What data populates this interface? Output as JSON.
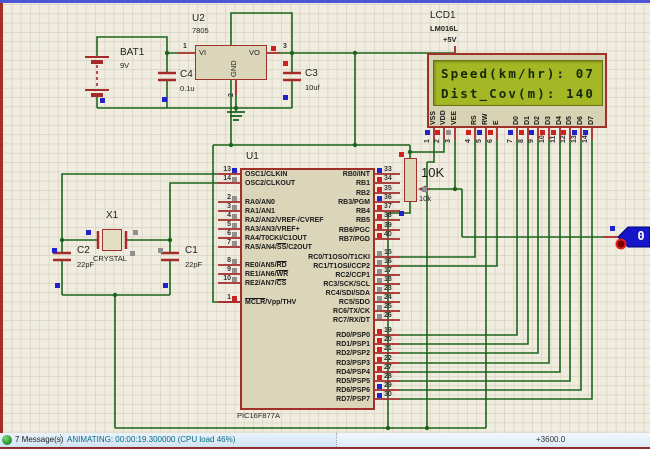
{
  "statusbar": {
    "icon": "green-status-dot",
    "messages": "7 Message(s)",
    "animating": "ANIMATING: 00:00:19.300000 (CPU load 46%)",
    "coordinate": "+3600.0"
  },
  "colors": {
    "wire_green": "#1B651B",
    "pin_red": "#A52A2A",
    "component_border": "#A03028",
    "component_fill": "#DBD5BA",
    "lcd_screen": "#A4B725",
    "state_blue": "#2222CC",
    "state_red": "#CC2222",
    "state_gray": "#8F8F8F"
  },
  "components": {
    "battery": {
      "ref": "BAT1",
      "value": "9V"
    },
    "regulator": {
      "ref": "U2",
      "value": "7805",
      "pin_in": "VI",
      "pin_out": "VO",
      "pin_gnd": "GND",
      "num_in": "1",
      "num_out": "3",
      "num_gnd": "2"
    },
    "c4": {
      "ref": "C4",
      "value": "0.1u"
    },
    "c3": {
      "ref": "C3",
      "value": "10uf"
    },
    "c2": {
      "ref": "C2",
      "value": "22pF"
    },
    "c1": {
      "ref": "C1",
      "value": "22pF"
    },
    "crystal": {
      "ref": "X1",
      "value": "CRYSTAL"
    },
    "pot": {
      "label": "10K",
      "value": "10k"
    },
    "power_label": "+5V",
    "probe": {
      "value": "0"
    },
    "lcd": {
      "ref": "LCD1",
      "part": "LM016L",
      "line1": "Speed(km/hr): 07",
      "line2": "Dist_Cov(m): 140",
      "pins": [
        {
          "num": "1",
          "label": "VSS",
          "state": "b"
        },
        {
          "num": "2",
          "label": "VDD",
          "state": "r"
        },
        {
          "num": "3",
          "label": "VEE",
          "state": "g"
        },
        {
          "num": "4",
          "label": "RS",
          "state": "r"
        },
        {
          "num": "5",
          "label": "RW",
          "state": "b"
        },
        {
          "num": "6",
          "label": "E",
          "state": "r"
        },
        {
          "num": "7",
          "label": "D0",
          "state": "b"
        },
        {
          "num": "8",
          "label": "D1",
          "state": "r"
        },
        {
          "num": "9",
          "label": "D2",
          "state": "b"
        },
        {
          "num": "10",
          "label": "D3",
          "state": "r"
        },
        {
          "num": "11",
          "label": "D4",
          "state": "r"
        },
        {
          "num": "12",
          "label": "D5",
          "state": "r"
        },
        {
          "num": "13",
          "label": "D6",
          "state": "b"
        },
        {
          "num": "14",
          "label": "D7",
          "state": "b"
        }
      ]
    },
    "mcu": {
      "ref": "U1",
      "part": "PIC16F877A",
      "left_pins": [
        {
          "num": "13",
          "state": "b",
          "parts": [
            {
              "t": "OSC1/CLKIN",
              "o": false
            }
          ]
        },
        {
          "num": "14",
          "state": "g",
          "parts": [
            {
              "t": "OSC2/CLKOUT",
              "o": false
            }
          ]
        },
        {
          "num": "2",
          "state": "g",
          "parts": [
            {
              "t": "RA0/AN0",
              "o": false
            }
          ]
        },
        {
          "num": "3",
          "state": "g",
          "parts": [
            {
              "t": "RA1/AN1",
              "o": false
            }
          ]
        },
        {
          "num": "4",
          "state": "g",
          "parts": [
            {
              "t": "RA2/AN2/VREF-/CVREF",
              "o": false
            }
          ]
        },
        {
          "num": "5",
          "state": "g",
          "parts": [
            {
              "t": "RA3/AN3/VREF+",
              "o": false
            }
          ]
        },
        {
          "num": "6",
          "state": "g",
          "parts": [
            {
              "t": "RA4/T0CKI/C1OUT",
              "o": false
            }
          ]
        },
        {
          "num": "7",
          "state": "g",
          "parts": [
            {
              "t": "RA5/AN4/",
              "o": false
            },
            {
              "t": "SS",
              "o": true
            },
            {
              "t": "/C2OUT",
              "o": false
            }
          ]
        },
        {
          "num": "8",
          "state": "g",
          "parts": [
            {
              "t": "RE0/AN5/",
              "o": false
            },
            {
              "t": "RD",
              "o": true
            }
          ]
        },
        {
          "num": "9",
          "state": "g",
          "parts": [
            {
              "t": "RE1/AN6/",
              "o": false
            },
            {
              "t": "WR",
              "o": true
            }
          ]
        },
        {
          "num": "10",
          "state": "g",
          "parts": [
            {
              "t": "RE2/AN7/",
              "o": false
            },
            {
              "t": "CS",
              "o": true
            }
          ]
        },
        {
          "num": "1",
          "state": "r",
          "parts": [
            {
              "t": "MCLR",
              "o": true
            },
            {
              "t": "/Vpp/THV",
              "o": false
            }
          ]
        }
      ],
      "right_pins": [
        {
          "num": "33",
          "state": "b",
          "parts": [
            {
              "t": "RB0/INT",
              "o": false
            }
          ]
        },
        {
          "num": "34",
          "state": "r",
          "parts": [
            {
              "t": "RB1",
              "o": false
            }
          ]
        },
        {
          "num": "35",
          "state": "r",
          "parts": [
            {
              "t": "RB2",
              "o": false
            }
          ]
        },
        {
          "num": "36",
          "state": "b",
          "parts": [
            {
              "t": "RB3/PGM",
              "o": false
            }
          ]
        },
        {
          "num": "37",
          "state": "r",
          "parts": [
            {
              "t": "RB4",
              "o": false
            }
          ]
        },
        {
          "num": "38",
          "state": "r",
          "parts": [
            {
              "t": "RB5",
              "o": false
            }
          ]
        },
        {
          "num": "39",
          "state": "r",
          "parts": [
            {
              "t": "RB6/PGC",
              "o": false
            }
          ]
        },
        {
          "num": "40",
          "state": "r",
          "parts": [
            {
              "t": "RB7/PGD",
              "o": false
            }
          ]
        },
        {
          "num": "15",
          "state": "g",
          "parts": [
            {
              "t": "RC0/T1OSO/T1CKI",
              "o": false
            }
          ]
        },
        {
          "num": "16",
          "state": "g",
          "parts": [
            {
              "t": "RC1/T1OSI/CCP2",
              "o": false
            }
          ]
        },
        {
          "num": "17",
          "state": "g",
          "parts": [
            {
              "t": "RC2/CCP1",
              "o": false
            }
          ]
        },
        {
          "num": "18",
          "state": "g",
          "parts": [
            {
              "t": "RC3/SCK/SCL",
              "o": false
            }
          ]
        },
        {
          "num": "23",
          "state": "g",
          "parts": [
            {
              "t": "RC4/SDI/SDA",
              "o": false
            }
          ]
        },
        {
          "num": "24",
          "state": "g",
          "parts": [
            {
              "t": "RC5/SDO",
              "o": false
            }
          ]
        },
        {
          "num": "25",
          "state": "g",
          "parts": [
            {
              "t": "RC6/TX/CK",
              "o": false
            }
          ]
        },
        {
          "num": "26",
          "state": "g",
          "parts": [
            {
              "t": "RC7/RX/DT",
              "o": false
            }
          ]
        },
        {
          "num": "19",
          "state": "r",
          "parts": [
            {
              "t": "RD0/PSP0",
              "o": false
            }
          ]
        },
        {
          "num": "20",
          "state": "r",
          "parts": [
            {
              "t": "RD1/PSP1",
              "o": false
            }
          ]
        },
        {
          "num": "21",
          "state": "r",
          "parts": [
            {
              "t": "RD2/PSP2",
              "o": false
            }
          ]
        },
        {
          "num": "22",
          "state": "r",
          "parts": [
            {
              "t": "RD3/PSP3",
              "o": false
            }
          ]
        },
        {
          "num": "27",
          "state": "r",
          "parts": [
            {
              "t": "RD4/PSP4",
              "o": false
            }
          ]
        },
        {
          "num": "28",
          "state": "r",
          "parts": [
            {
              "t": "RD5/PSP5",
              "o": false
            }
          ]
        },
        {
          "num": "29",
          "state": "b",
          "parts": [
            {
              "t": "RD6/PSP6",
              "o": false
            }
          ]
        },
        {
          "num": "30",
          "state": "b",
          "parts": [
            {
              "t": "RD7/PSP7",
              "o": false
            }
          ]
        }
      ]
    }
  }
}
